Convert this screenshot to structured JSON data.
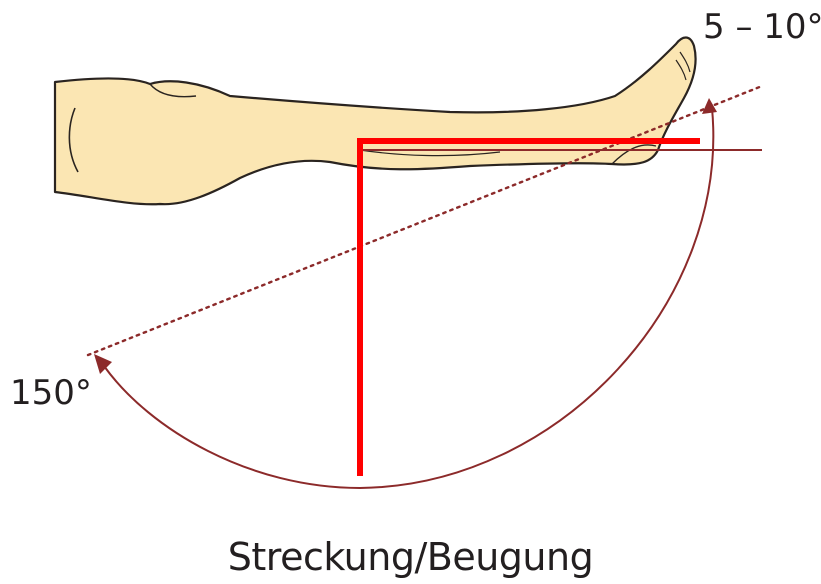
{
  "labels": {
    "extension_angle": "5 – 10°",
    "flexion_angle": "150°",
    "caption": "Streckung/Beugung"
  },
  "colors": {
    "skin": "#fbe6b3",
    "skin_outline": "#2a2420",
    "arc": "#8c2a2a",
    "marker": "#ff0000",
    "text": "#231f20",
    "background": "#ffffff"
  }
}
